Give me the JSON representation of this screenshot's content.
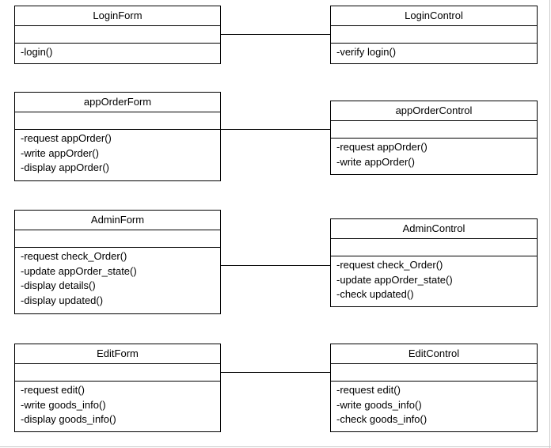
{
  "diagram": {
    "classes": [
      {
        "name": "LoginForm",
        "operations": [
          "-login()"
        ]
      },
      {
        "name": "LoginControl",
        "operations": [
          "-verify login()"
        ]
      },
      {
        "name": "appOrderForm",
        "operations": [
          "-request appOrder()",
          "-write appOrder()",
          "-display appOrder()"
        ]
      },
      {
        "name": "appOrderControl",
        "operations": [
          "-request appOrder()",
          "-write appOrder()"
        ]
      },
      {
        "name": "AdminForm",
        "operations": [
          "-request check_Order()",
          "-update appOrder_state()",
          "-display details()",
          "-display updated()"
        ]
      },
      {
        "name": "AdminControl",
        "operations": [
          "-request check_Order()",
          "-update appOrder_state()",
          "-check updated()"
        ]
      },
      {
        "name": "EditForm",
        "operations": [
          "-request edit()",
          "-write goods_info()",
          "-display goods_info()"
        ]
      },
      {
        "name": "EditControl",
        "operations": [
          "-request edit()",
          "-write goods_info()",
          "-check goods_info()"
        ]
      }
    ],
    "associations": [
      {
        "from": "LoginForm",
        "to": "LoginControl"
      },
      {
        "from": "appOrderForm",
        "to": "appOrderControl"
      },
      {
        "from": "AdminForm",
        "to": "AdminControl"
      },
      {
        "from": "EditForm",
        "to": "EditControl"
      }
    ],
    "line_color": "#000000",
    "background": "#ffffff"
  }
}
